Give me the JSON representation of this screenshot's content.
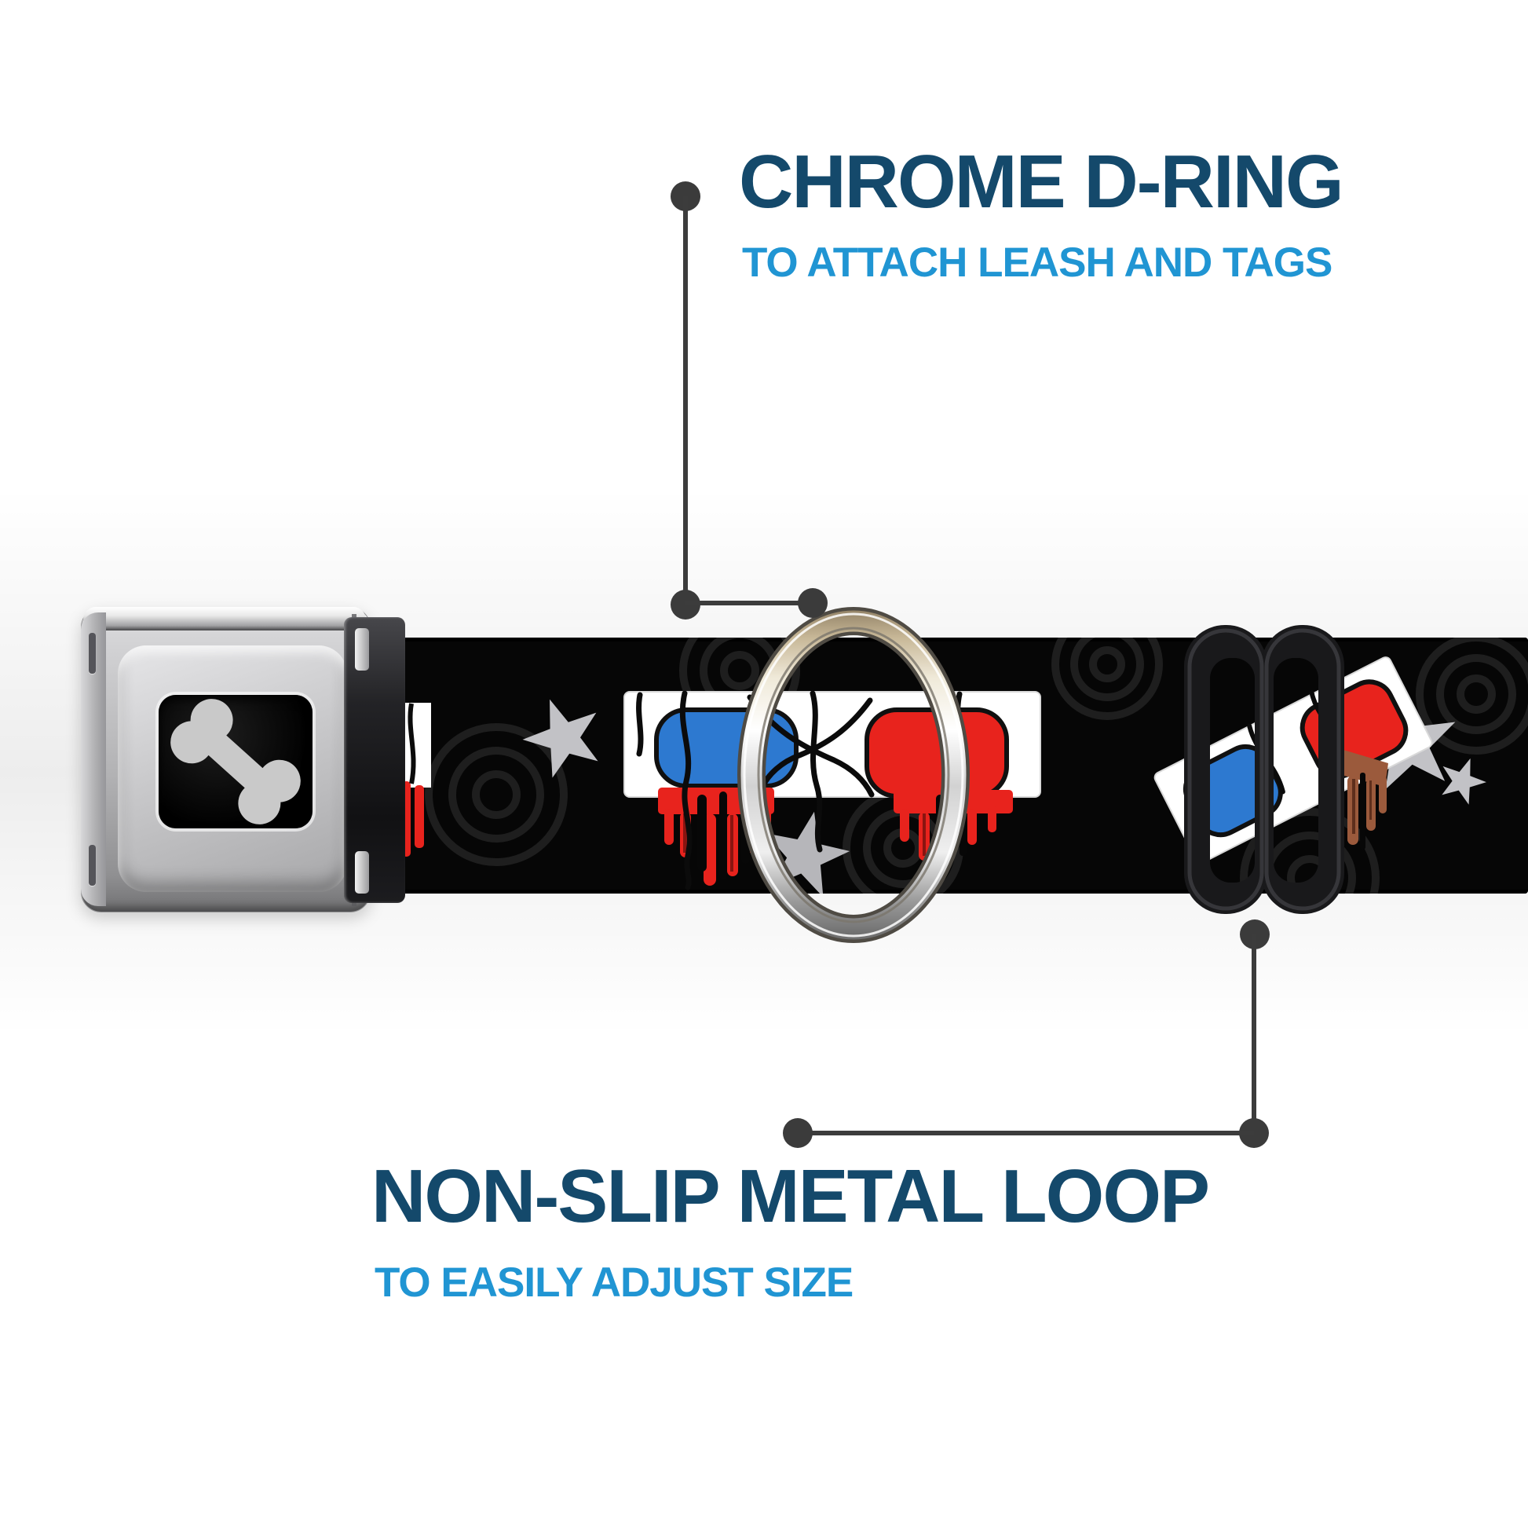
{
  "callouts": {
    "top": {
      "title": "CHROME D-RING",
      "subtitle": "TO ATTACH LEASH AND TAGS"
    },
    "bottom": {
      "title": "NON-SLIP METAL LOOP",
      "subtitle": "TO EASILY ADJUST SIZE"
    }
  },
  "colors": {
    "title_navy": "#14496B",
    "subtitle_blue": "#2095D3",
    "callout_gray": "#3B3B3B",
    "strap_black": "#060606",
    "lens_blue": "#2D79D0",
    "lens_red": "#E8231D",
    "drip_dark_red": "#8A1410",
    "drip_brown": "#9B5A3C",
    "star_gray": "#C2C2C6",
    "bone_gray": "#C9C9C9",
    "chrome_light": "#F5F5F5",
    "chrome_dark": "#707070"
  },
  "icons": {
    "buckle_center": "dog-bone-icon",
    "pattern_motifs": [
      "3d-glasses-icon",
      "star-icon",
      "spiral-icon",
      "drip-icon"
    ]
  }
}
